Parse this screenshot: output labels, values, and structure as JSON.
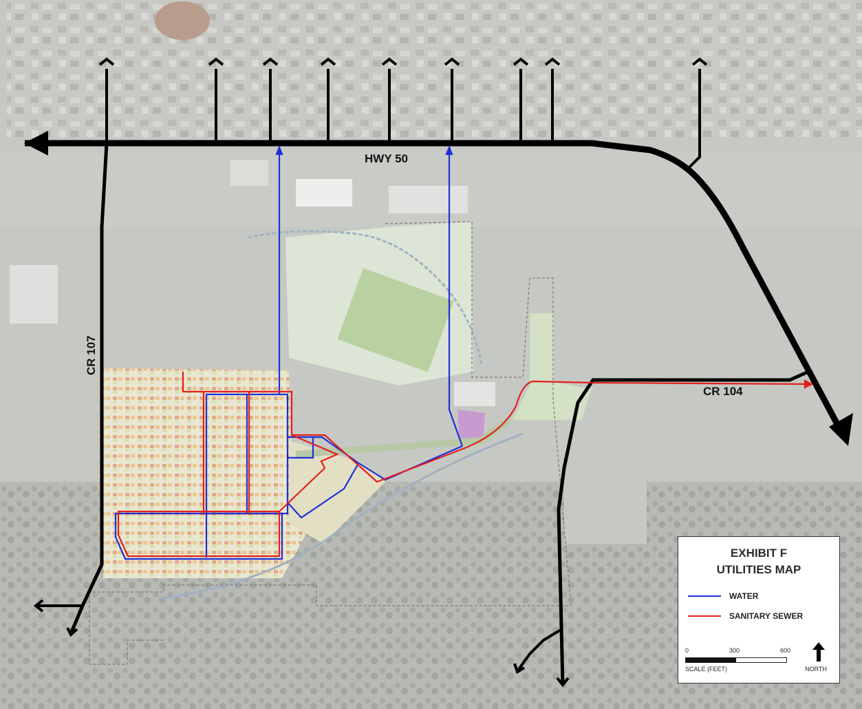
{
  "legend": {
    "title_line1": "EXHIBIT F",
    "title_line2": "UTILITIES MAP",
    "items": [
      {
        "label": "WATER",
        "color": "#1f2fd6"
      },
      {
        "label": "SANITARY SEWER",
        "color": "#e0201c"
      }
    ],
    "scale": {
      "ticks": [
        "0",
        "300",
        "600"
      ],
      "units": "SCALE (FEET)"
    },
    "north_label": "NORTH"
  },
  "roads": {
    "hwy50": "HWY 50",
    "cr107": "CR 107",
    "cr104": "CR 104"
  },
  "colors": {
    "water": "#1f2fd6",
    "sewer": "#e0201c",
    "roads": "#000000",
    "aerial_base": "#c9cbc6"
  }
}
